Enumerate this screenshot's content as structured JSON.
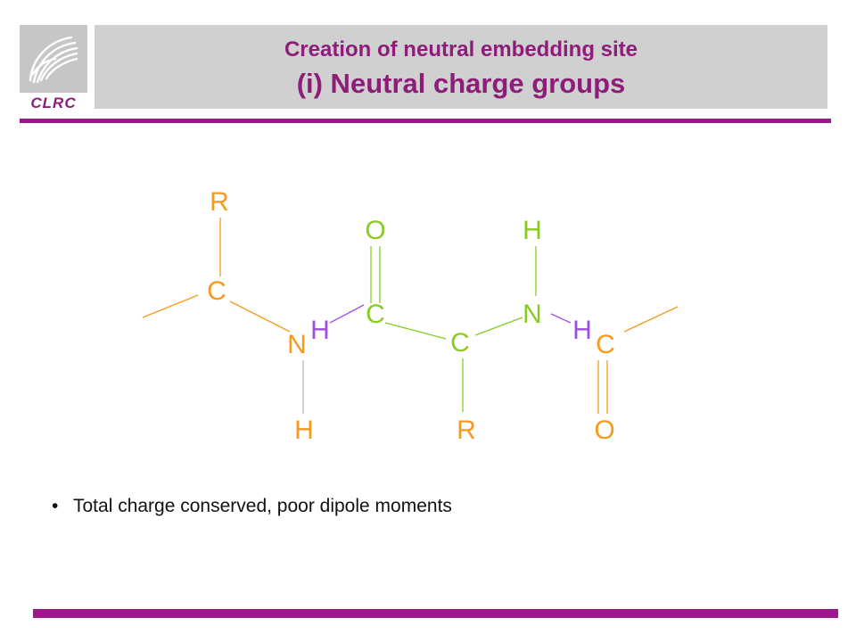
{
  "logo": {
    "text": "CLRC",
    "icon": "swirl-logo-icon"
  },
  "title": {
    "line1": "Creation of neutral embedding site",
    "line2": "(i) Neutral charge groups"
  },
  "colors": {
    "accent": "#9b1a89",
    "orange": "#f59a1e",
    "green": "#88cc22",
    "purple": "#9c4fe0",
    "grey_bond": "#bbbbbb"
  },
  "molecule": {
    "atoms": [
      "R",
      "C",
      "N",
      "H",
      "H",
      "O",
      "C",
      "C",
      "R",
      "H",
      "N",
      "H",
      "C",
      "O"
    ]
  },
  "bullets": [
    "Total charge conserved, poor dipole moments"
  ]
}
